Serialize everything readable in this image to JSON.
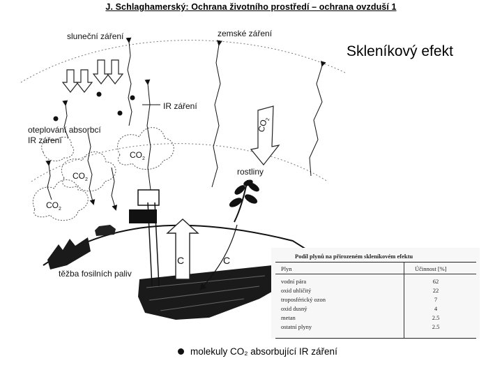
{
  "header": {
    "title": "J. Schlaghamerský: Ochrana životního prostředí – ochrana ovzduší 1"
  },
  "slide": {
    "title": "Skleníkový efekt"
  },
  "diagram": {
    "labels": {
      "solar": "sluneční záření",
      "earth": "zemské záření",
      "ir": "IR záření",
      "warming_line1": "oteplování absorbcí",
      "warming_line2": "IR záření",
      "plants": "rostliny",
      "fossil": "těžba fosilních paliv",
      "co2_arrow": "CO",
      "co2_arrow_sub": "2",
      "c_left": "C",
      "c_right": "C"
    },
    "clouds": [
      {
        "label": "CO",
        "sub": "2"
      },
      {
        "label": "CO",
        "sub": "2"
      },
      {
        "label": "CO",
        "sub": "2"
      }
    ]
  },
  "table": {
    "title": "Podíl plynů na přirozeném skleníkovém efektu",
    "header_gas": "Plyn",
    "header_effect": "Účinnost [%]",
    "rows": [
      {
        "gas": "vodní pára",
        "value": "62"
      },
      {
        "gas": "oxid uhličitý",
        "value": "22"
      },
      {
        "gas": "troposférický ozon",
        "value": "7"
      },
      {
        "gas": "oxid dusný",
        "value": "4"
      },
      {
        "gas": "metan",
        "value": "2.5"
      },
      {
        "gas": "ostatní plyny",
        "value": "2.5"
      }
    ]
  },
  "legend": {
    "text": "molekuly CO₂ absorbující IR záření"
  }
}
